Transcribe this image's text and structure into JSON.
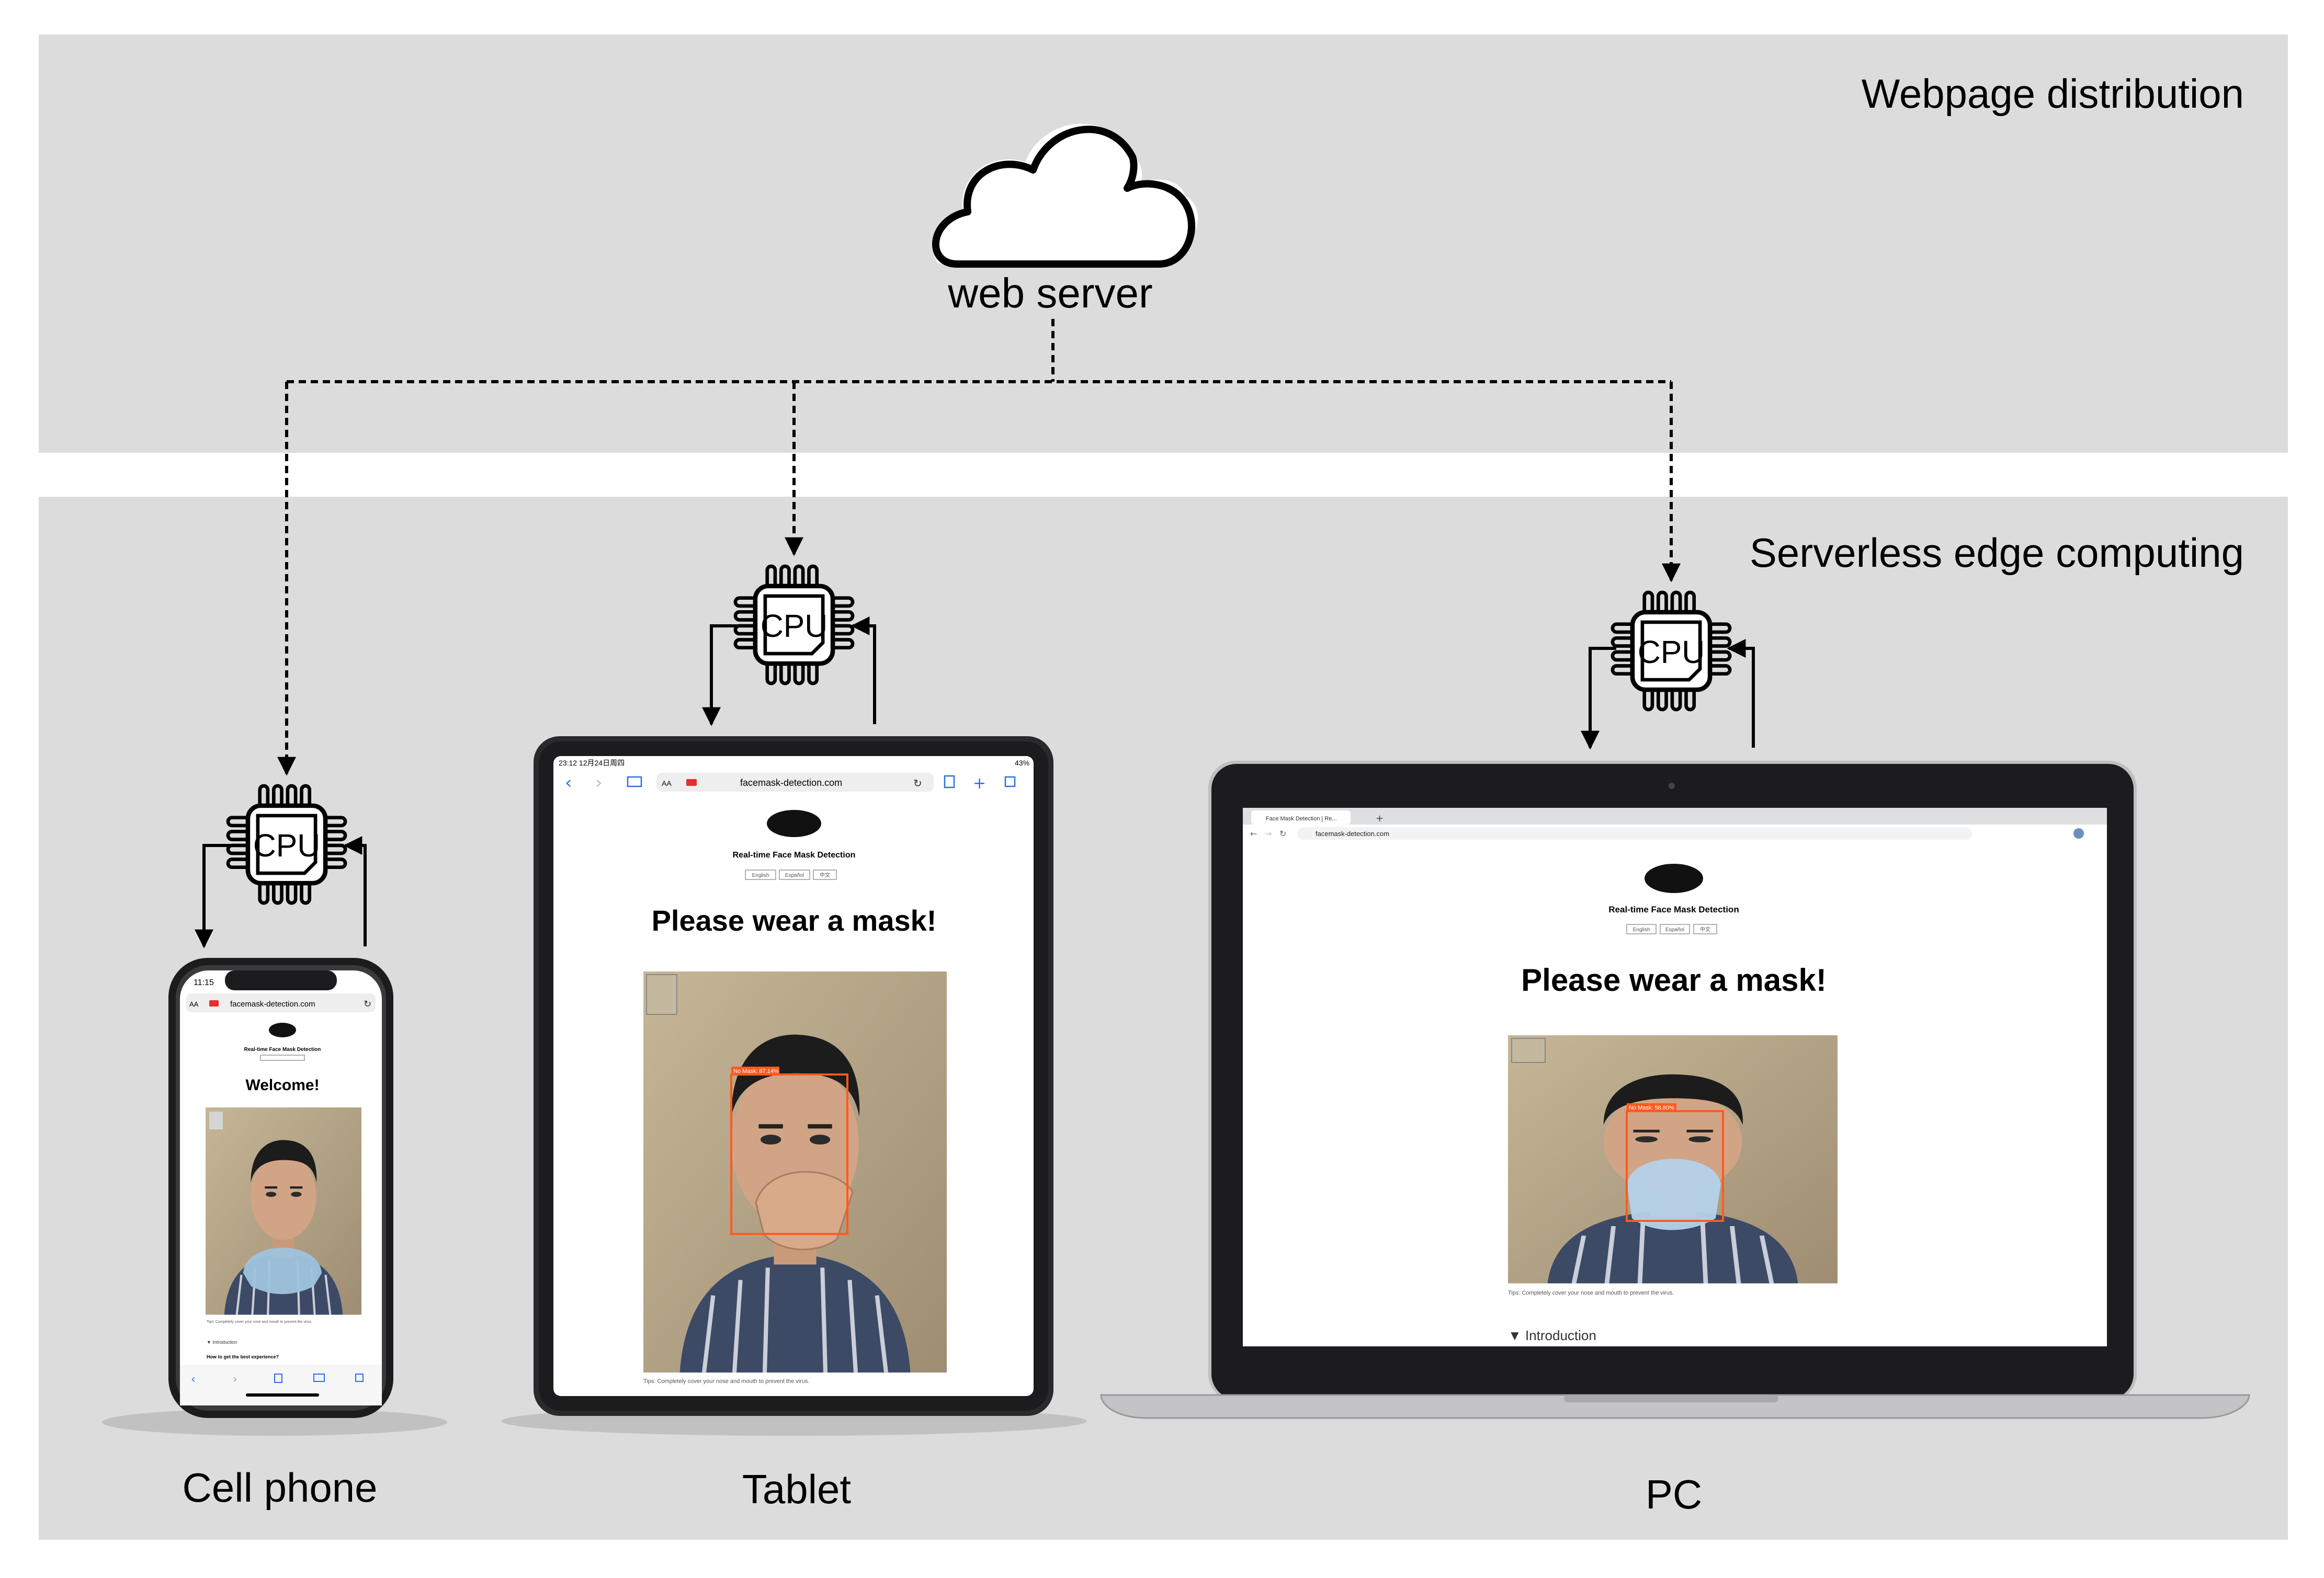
{
  "top_panel": {
    "title": "Webpage distribution"
  },
  "bottom_panel": {
    "title": "Serverless edge computing"
  },
  "server": {
    "label": "web server",
    "icon": "cloud-icon"
  },
  "cpu": {
    "label": "CPU",
    "icon": "cpu-chip-icon"
  },
  "devices": {
    "phone": {
      "label": "Cell phone",
      "status_time": "11:15",
      "url": "facemask-detection.com",
      "aa": "AA",
      "site_title": "Real-time Face Mask Detection",
      "headline": "Welcome!",
      "tips": "Tips: Completely cover your nose and mouth to prevent the virus.",
      "intro": "▼ Introduction",
      "best": "How to get the best experience?"
    },
    "tablet": {
      "label": "Tablet",
      "status_time": "23:12  12月24日周四",
      "battery": "43%",
      "url": "facemask-detection.com",
      "aa": "AA",
      "site_title": "Real-time Face Mask Detection",
      "langs": [
        "English",
        "Español",
        "中文"
      ],
      "headline": "Please wear a mask!",
      "detection": "No Mask: 87.14%",
      "tips": "Tips: Completely cover your nose and mouth to prevent the virus."
    },
    "pc": {
      "label": "PC",
      "tab_title": "Face Mask Detection | Re...",
      "url": "facemask-detection.com",
      "site_title": "Real-time Face Mask Detection",
      "langs": [
        "English",
        "Español",
        "中文"
      ],
      "headline": "Please wear a mask!",
      "detection": "No Mask: 58.80%",
      "tips": "Tips: Completely cover your nose and mouth to prevent the virus.",
      "intro": "▼ Introduction"
    }
  },
  "colors": {
    "panel_bg": "#dcdcdc",
    "line": "#000000",
    "detection_box": "#ff5a1f",
    "device_frame": "#1c1c1e",
    "photo_bg": "#b7a68a"
  }
}
